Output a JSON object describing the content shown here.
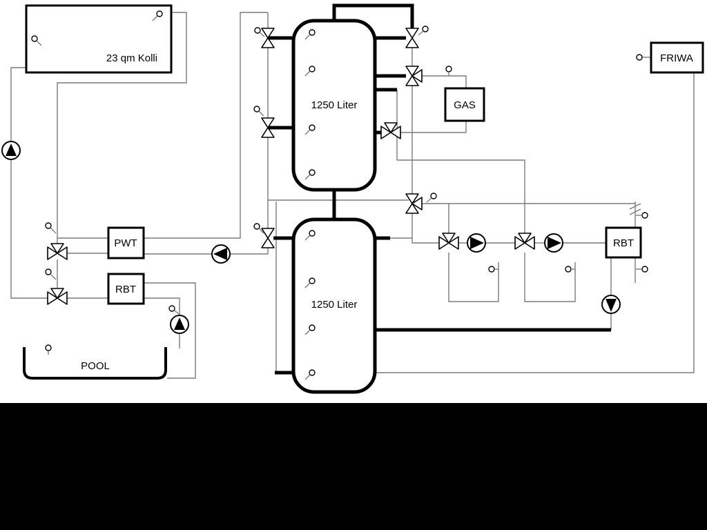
{
  "diagram": {
    "labels": {
      "collector": "23 qm Kolli",
      "tank_top": "1250 Liter",
      "tank_bottom": "1250 Liter",
      "gas": "GAS",
      "friwa": "FRIWA",
      "pwt": "PWT",
      "rbt_left": "RBT",
      "rbt_right": "RBT",
      "pool": "POOL"
    },
    "colors": {
      "pipe_gray": "#7a7a7a",
      "component_stroke": "#000000",
      "background": "#ffffff",
      "bottom_band": "#000000"
    }
  }
}
